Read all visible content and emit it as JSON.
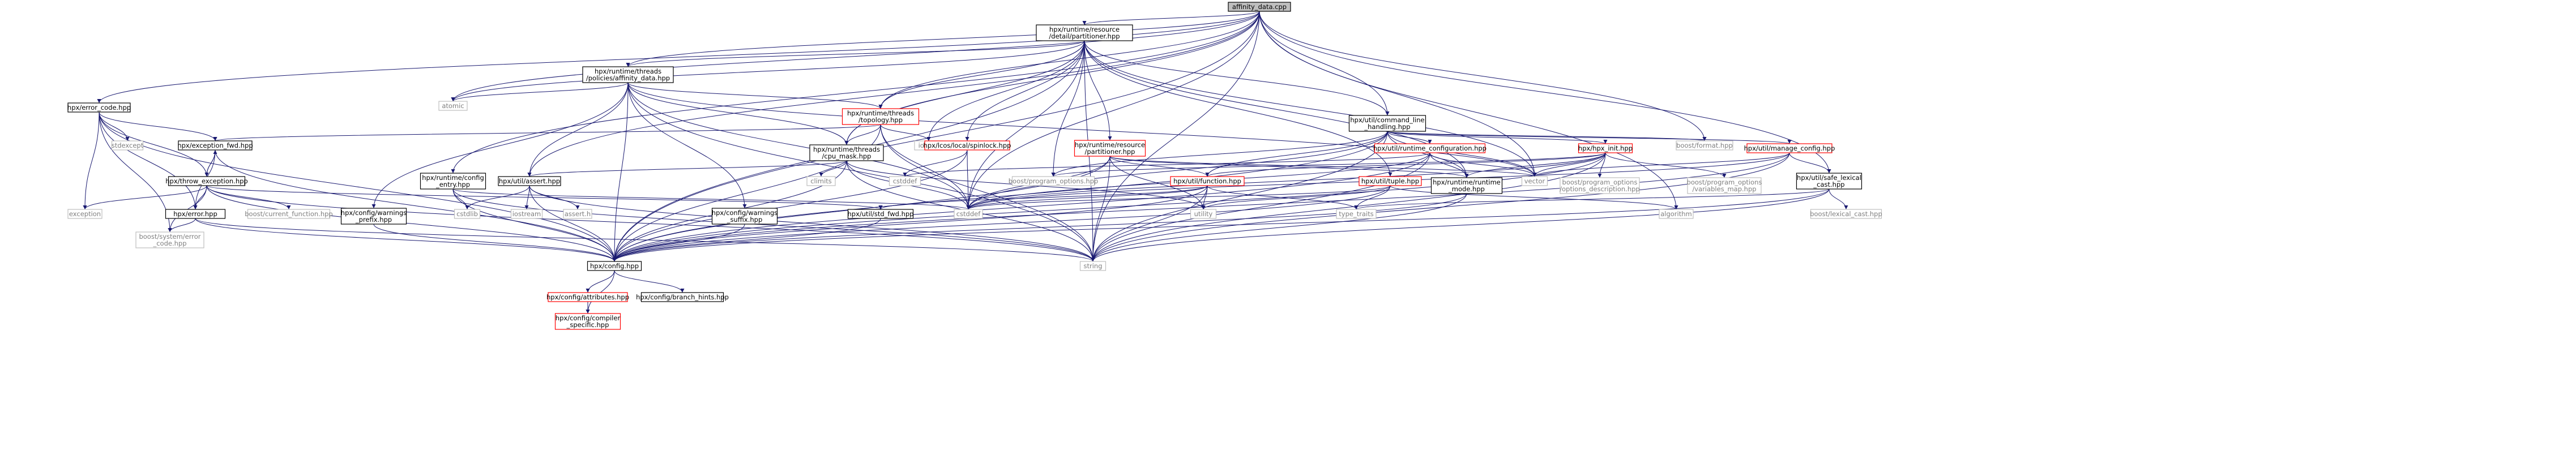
{
  "colors": {
    "edge": "#191970",
    "root_fill": "#bfbfbf",
    "box_stroke": "#000000",
    "broken_stroke": "#ff0000",
    "system_stroke": "#bfbfbf",
    "system_text": "#7f7f7f",
    "text": "#000000"
  },
  "nodes": [
    {
      "id": "root",
      "lines": [
        "affinity_data.cpp"
      ],
      "style": "root"
    },
    {
      "id": "partitioner_detail",
      "lines": [
        "hpx/runtime/resource",
        "/detail/partitioner.hpp"
      ],
      "style": "box"
    },
    {
      "id": "error_code",
      "lines": [
        "hpx/error_code.hpp"
      ],
      "style": "box"
    },
    {
      "id": "affinity_data_hpp",
      "lines": [
        "hpx/runtime/threads",
        "/policies/affinity_data.hpp"
      ],
      "style": "box"
    },
    {
      "id": "atomic",
      "lines": [
        "atomic"
      ],
      "style": "system"
    },
    {
      "id": "topology",
      "lines": [
        "hpx/runtime/threads",
        "/topology.hpp"
      ],
      "style": "broken"
    },
    {
      "id": "iosfwd",
      "lines": [
        "iosfwd"
      ],
      "style": "system"
    },
    {
      "id": "command_line",
      "lines": [
        "hpx/util/command_line",
        "_handling.hpp"
      ],
      "style": "box"
    },
    {
      "id": "boost_format",
      "lines": [
        "boost/format.hpp"
      ],
      "style": "system"
    },
    {
      "id": "stdexcept",
      "lines": [
        "stdexcept"
      ],
      "style": "system"
    },
    {
      "id": "exception_fwd",
      "lines": [
        "hpx/exception_fwd.hpp"
      ],
      "style": "box"
    },
    {
      "id": "cpu_mask",
      "lines": [
        "hpx/runtime/threads",
        "/cpu_mask.hpp"
      ],
      "style": "box"
    },
    {
      "id": "spinlock",
      "lines": [
        "hpx/lcos/local/spinlock.hpp"
      ],
      "style": "broken"
    },
    {
      "id": "res_partitioner",
      "lines": [
        "hpx/runtime/resource",
        "/partitioner.hpp"
      ],
      "style": "broken"
    },
    {
      "id": "runtime_config",
      "lines": [
        "hpx/util/runtime_configuration.hpp"
      ],
      "style": "broken"
    },
    {
      "id": "hpx_init",
      "lines": [
        "hpx/hpx_init.hpp"
      ],
      "style": "broken"
    },
    {
      "id": "manage_config",
      "lines": [
        "hpx/util/manage_config.hpp"
      ],
      "style": "broken"
    },
    {
      "id": "throw_exception",
      "lines": [
        "hpx/throw_exception.hpp"
      ],
      "style": "box"
    },
    {
      "id": "config_entry",
      "lines": [
        "hpx/runtime/config",
        "_entry.hpp"
      ],
      "style": "box"
    },
    {
      "id": "assert",
      "lines": [
        "hpx/util/assert.hpp"
      ],
      "style": "box"
    },
    {
      "id": "climits",
      "lines": [
        "climits"
      ],
      "style": "system"
    },
    {
      "id": "cstddef_sm",
      "lines": [
        "cstddef"
      ],
      "style": "system"
    },
    {
      "id": "boost_po",
      "lines": [
        "boost/program_options.hpp"
      ],
      "style": "system"
    },
    {
      "id": "util_function",
      "lines": [
        "hpx/util/function.hpp"
      ],
      "style": "broken"
    },
    {
      "id": "util_tuple",
      "lines": [
        "hpx/util/tuple.hpp"
      ],
      "style": "broken"
    },
    {
      "id": "runtime_mode",
      "lines": [
        "hpx/runtime/runtime",
        "_mode.hpp"
      ],
      "style": "box"
    },
    {
      "id": "vector",
      "lines": [
        "vector"
      ],
      "style": "system"
    },
    {
      "id": "po_options_desc",
      "lines": [
        "boost/program_options",
        "/options_description.hpp"
      ],
      "style": "system"
    },
    {
      "id": "po_variables_map",
      "lines": [
        "boost/program_options",
        "/variables_map.hpp"
      ],
      "style": "system"
    },
    {
      "id": "safe_lexical_cast",
      "lines": [
        "hpx/util/safe_lexical",
        "_cast.hpp"
      ],
      "style": "box"
    },
    {
      "id": "exception",
      "lines": [
        "exception"
      ],
      "style": "system"
    },
    {
      "id": "current_function",
      "lines": [
        "boost/current_function.hpp"
      ],
      "style": "system"
    },
    {
      "id": "warnings_prefix",
      "lines": [
        "hpx/config/warnings",
        "_prefix.hpp"
      ],
      "style": "box"
    },
    {
      "id": "cstdlib",
      "lines": [
        "cstdlib"
      ],
      "style": "system"
    },
    {
      "id": "iostream",
      "lines": [
        "iostream"
      ],
      "style": "system"
    },
    {
      "id": "assert_h",
      "lines": [
        "assert.h"
      ],
      "style": "system"
    },
    {
      "id": "warnings_suffix",
      "lines": [
        "hpx/config/warnings",
        "_suffix.hpp"
      ],
      "style": "box"
    },
    {
      "id": "cstddef",
      "lines": [
        "cstddef"
      ],
      "style": "system"
    },
    {
      "id": "utility",
      "lines": [
        "utility"
      ],
      "style": "system"
    },
    {
      "id": "type_traits",
      "lines": [
        "type_traits"
      ],
      "style": "system"
    },
    {
      "id": "algorithm",
      "lines": [
        "algorithm"
      ],
      "style": "system"
    },
    {
      "id": "boost_lexical_cast",
      "lines": [
        "boost/lexical_cast.hpp"
      ],
      "style": "system"
    },
    {
      "id": "error_hpp",
      "lines": [
        "hpx/error.hpp"
      ],
      "style": "box"
    },
    {
      "id": "std_fwd",
      "lines": [
        "hpx/util/std_fwd.hpp"
      ],
      "style": "box"
    },
    {
      "id": "boost_error_code",
      "lines": [
        "boost/system/error",
        "_code.hpp"
      ],
      "style": "system"
    },
    {
      "id": "config_hpp",
      "lines": [
        "hpx/config.hpp"
      ],
      "style": "box"
    },
    {
      "id": "string",
      "lines": [
        "string"
      ],
      "style": "system"
    },
    {
      "id": "config_attributes",
      "lines": [
        "hpx/config/attributes.hpp"
      ],
      "style": "broken"
    },
    {
      "id": "branch_hints",
      "lines": [
        "hpx/config/branch_hints.hpp"
      ],
      "style": "box"
    },
    {
      "id": "compiler_specific",
      "lines": [
        "hpx/config/compiler",
        "_specific.hpp"
      ],
      "style": "broken"
    }
  ],
  "edges": [
    [
      "root",
      "partitioner_detail"
    ],
    [
      "root",
      "error_code"
    ],
    [
      "root",
      "affinity_data_hpp"
    ],
    [
      "root",
      "atomic"
    ],
    [
      "root",
      "topology"
    ],
    [
      "root",
      "command_line"
    ],
    [
      "root",
      "cpu_mask"
    ],
    [
      "root",
      "config_entry"
    ],
    [
      "root",
      "assert"
    ],
    [
      "root",
      "vector"
    ],
    [
      "root",
      "boost_format"
    ],
    [
      "root",
      "safe_lexical_cast"
    ],
    [
      "root",
      "cstddef"
    ],
    [
      "root",
      "algorithm"
    ],
    [
      "root",
      "string"
    ],
    [
      "root",
      "config_hpp"
    ],
    [
      "partitioner_detail",
      "affinity_data_hpp"
    ],
    [
      "partitioner_detail",
      "atomic"
    ],
    [
      "partitioner_detail",
      "topology"
    ],
    [
      "partitioner_detail",
      "iosfwd"
    ],
    [
      "partitioner_detail",
      "command_line"
    ],
    [
      "partitioner_detail",
      "cpu_mask"
    ],
    [
      "partitioner_detail",
      "spinlock"
    ],
    [
      "partitioner_detail",
      "res_partitioner"
    ],
    [
      "partitioner_detail",
      "boost_po"
    ],
    [
      "partitioner_detail",
      "util_tuple"
    ],
    [
      "partitioner_detail",
      "runtime_mode"
    ],
    [
      "partitioner_detail",
      "vector"
    ],
    [
      "partitioner_detail",
      "cstddef"
    ],
    [
      "partitioner_detail",
      "string"
    ],
    [
      "partitioner_detail",
      "config_hpp"
    ],
    [
      "error_code",
      "stdexcept"
    ],
    [
      "error_code",
      "exception_fwd"
    ],
    [
      "error_code",
      "throw_exception"
    ],
    [
      "error_code",
      "error_hpp"
    ],
    [
      "error_code",
      "exception"
    ],
    [
      "error_code",
      "boost_error_code"
    ],
    [
      "error_code",
      "config_hpp"
    ],
    [
      "affinity_data_hpp",
      "atomic"
    ],
    [
      "affinity_data_hpp",
      "topology"
    ],
    [
      "affinity_data_hpp",
      "cpu_mask"
    ],
    [
      "affinity_data_hpp",
      "assert"
    ],
    [
      "affinity_data_hpp",
      "warnings_prefix"
    ],
    [
      "affinity_data_hpp",
      "warnings_suffix"
    ],
    [
      "affinity_data_hpp",
      "vector"
    ],
    [
      "affinity_data_hpp",
      "cstddef"
    ],
    [
      "affinity_data_hpp",
      "string"
    ],
    [
      "affinity_data_hpp",
      "config_hpp"
    ],
    [
      "topology",
      "cpu_mask"
    ],
    [
      "topology",
      "exception_fwd"
    ],
    [
      "topology",
      "iosfwd"
    ],
    [
      "topology",
      "cstddef"
    ],
    [
      "topology",
      "string"
    ],
    [
      "topology",
      "config_hpp"
    ],
    [
      "command_line",
      "runtime_config"
    ],
    [
      "command_line",
      "hpx_init"
    ],
    [
      "command_line",
      "manage_config"
    ],
    [
      "command_line",
      "util_function"
    ],
    [
      "command_line",
      "runtime_mode"
    ],
    [
      "command_line",
      "boost_po"
    ],
    [
      "command_line",
      "vector"
    ],
    [
      "command_line",
      "string"
    ],
    [
      "command_line",
      "cstddef"
    ],
    [
      "command_line",
      "boost_format"
    ],
    [
      "command_line",
      "config_hpp"
    ],
    [
      "exception_fwd",
      "error_hpp"
    ],
    [
      "exception_fwd",
      "throw_exception"
    ],
    [
      "exception_fwd",
      "config_hpp"
    ],
    [
      "cpu_mask",
      "assert"
    ],
    [
      "cpu_mask",
      "climits"
    ],
    [
      "cpu_mask",
      "cstddef"
    ],
    [
      "cpu_mask",
      "string"
    ],
    [
      "cpu_mask",
      "config_hpp"
    ],
    [
      "cpu_mask",
      "utility"
    ],
    [
      "spinlock",
      "cstddef_sm"
    ],
    [
      "spinlock",
      "cstddef"
    ],
    [
      "spinlock",
      "config_hpp"
    ],
    [
      "res_partitioner",
      "util_function"
    ],
    [
      "res_partitioner",
      "runtime_mode"
    ],
    [
      "res_partitioner",
      "cstddef"
    ],
    [
      "res_partitioner",
      "string"
    ],
    [
      "res_partitioner",
      "utility"
    ],
    [
      "res_partitioner",
      "vector"
    ],
    [
      "res_partitioner",
      "config_hpp"
    ],
    [
      "runtime_config",
      "runtime_mode"
    ],
    [
      "runtime_config",
      "cstddef_sm"
    ],
    [
      "runtime_config",
      "string"
    ],
    [
      "runtime_config",
      "vector"
    ],
    [
      "runtime_config",
      "cstddef"
    ],
    [
      "runtime_config",
      "config_hpp"
    ],
    [
      "hpx_init",
      "boost_po"
    ],
    [
      "hpx_init",
      "util_function"
    ],
    [
      "hpx_init",
      "runtime_mode"
    ],
    [
      "hpx_init",
      "po_options_desc"
    ],
    [
      "hpx_init",
      "po_variables_map"
    ],
    [
      "hpx_init",
      "vector"
    ],
    [
      "hpx_init",
      "cstddef"
    ],
    [
      "hpx_init",
      "string"
    ],
    [
      "hpx_init",
      "config_hpp"
    ],
    [
      "manage_config",
      "safe_lexical_cast"
    ],
    [
      "manage_config",
      "vector"
    ],
    [
      "manage_config",
      "string"
    ],
    [
      "manage_config",
      "cstddef"
    ],
    [
      "manage_config",
      "config_hpp"
    ],
    [
      "throw_exception",
      "exception_fwd"
    ],
    [
      "throw_exception",
      "error_hpp"
    ],
    [
      "throw_exception",
      "current_function"
    ],
    [
      "throw_exception",
      "exception"
    ],
    [
      "throw_exception",
      "string"
    ],
    [
      "throw_exception",
      "config_hpp"
    ],
    [
      "throw_exception",
      "std_fwd"
    ],
    [
      "throw_exception",
      "boost_error_code"
    ],
    [
      "config_entry",
      "cstddef"
    ],
    [
      "config_entry",
      "string"
    ],
    [
      "config_entry",
      "cstdlib"
    ],
    [
      "config_entry",
      "config_hpp"
    ],
    [
      "assert",
      "cstdlib"
    ],
    [
      "assert",
      "iostream"
    ],
    [
      "assert",
      "assert_h"
    ],
    [
      "assert",
      "config_hpp"
    ],
    [
      "assert",
      "string"
    ],
    [
      "util_function",
      "std_fwd"
    ],
    [
      "util_function",
      "type_traits"
    ],
    [
      "util_function",
      "utility"
    ],
    [
      "util_function",
      "cstddef"
    ],
    [
      "util_function",
      "string"
    ],
    [
      "util_function",
      "config_hpp"
    ],
    [
      "util_tuple",
      "type_traits"
    ],
    [
      "util_tuple",
      "utility"
    ],
    [
      "util_tuple",
      "algorithm"
    ],
    [
      "util_tuple",
      "cstddef"
    ],
    [
      "util_tuple",
      "config_hpp"
    ],
    [
      "runtime_mode",
      "string"
    ],
    [
      "runtime_mode",
      "config_hpp"
    ],
    [
      "safe_lexical_cast",
      "boost_lexical_cast"
    ],
    [
      "safe_lexical_cast",
      "type_traits"
    ],
    [
      "safe_lexical_cast",
      "string"
    ],
    [
      "safe_lexical_cast",
      "config_hpp"
    ],
    [
      "warnings_prefix",
      "config_hpp"
    ],
    [
      "warnings_suffix",
      "config_hpp"
    ],
    [
      "error_hpp",
      "boost_error_code"
    ],
    [
      "error_hpp",
      "string"
    ],
    [
      "error_hpp",
      "config_hpp"
    ],
    [
      "std_fwd",
      "config_hpp"
    ],
    [
      "config_hpp",
      "config_attributes"
    ],
    [
      "config_hpp",
      "branch_hints"
    ],
    [
      "config_hpp",
      "compiler_specific"
    ],
    [
      "config_attributes",
      "compiler_specific"
    ]
  ]
}
